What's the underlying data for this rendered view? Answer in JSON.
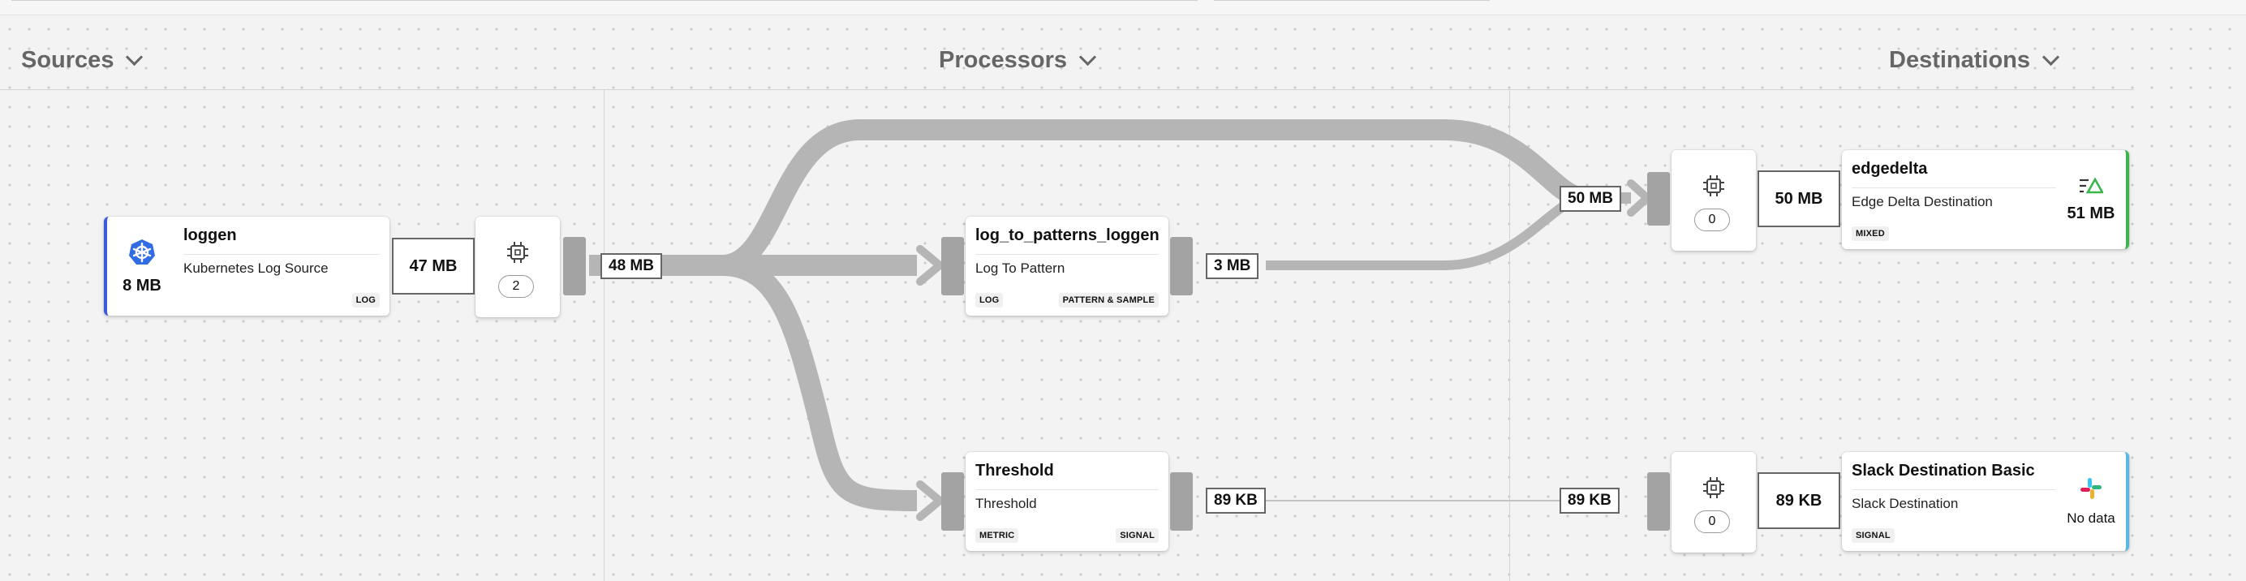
{
  "columns": {
    "sources": "Sources",
    "processors": "Processors",
    "destinations": "Destinations"
  },
  "source_node": {
    "name": "loggen",
    "type_label": "Kubernetes Log Source",
    "badge": "LOG",
    "volume": "8 MB",
    "icon": "kubernetes-icon",
    "accent": "#3b5bdb"
  },
  "source_out_volume": "47 MB",
  "source_processor_count": "2",
  "edge_volume_main": "48 MB",
  "patterns_node": {
    "name": "log_to_patterns_loggen",
    "type_label": "Log To Pattern",
    "badge_left": "LOG",
    "badge_right": "PATTERN & SAMPLE",
    "out_volume": "3 MB"
  },
  "threshold_node": {
    "name": "Threshold",
    "type_label": "Threshold",
    "badge_left": "METRIC",
    "badge_right": "SIGNAL",
    "out_volume": "89 KB"
  },
  "dest_edgedelta": {
    "in_volume": "50 MB",
    "processor_count": "0",
    "stat": "50 MB",
    "name": "edgedelta",
    "type_label": "Edge Delta Destination",
    "badge": "MIXED",
    "volume": "51 MB",
    "icon": "edgedelta-logo-icon",
    "accent": "#3bb54a"
  },
  "dest_slack": {
    "in_volume": "89 KB",
    "processor_count": "0",
    "stat": "89 KB",
    "name": "Slack Destination Basic",
    "type_label": "Slack Destination",
    "badge": "SIGNAL",
    "volume": "No data",
    "icon": "slack-logo-icon",
    "accent": "#59b6e6"
  },
  "colors": {
    "edge": "#b5b5b5",
    "port": "#a3a3a3"
  }
}
